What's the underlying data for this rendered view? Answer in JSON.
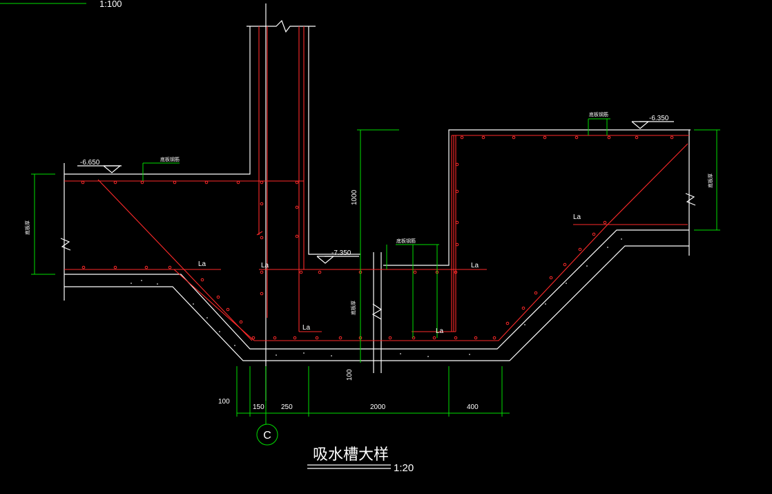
{
  "header_scale": "1:100",
  "title": "吸水槽大样",
  "title_scale": "1:20",
  "axis_label": "C",
  "elevations": {
    "left": "-6.650",
    "right": "-6.350",
    "middle": "-7.350"
  },
  "rebar_labels": {
    "left": "底板钢筋",
    "right": "底板钢筋",
    "middle": "底板钢筋"
  },
  "thickness_labels": {
    "left": "底板厚",
    "right": "底板厚",
    "middle": "底板厚"
  },
  "anchor_label": "La",
  "dimensions": {
    "bottom": [
      "100",
      "150",
      "250",
      "2000",
      "400"
    ],
    "vertical_1000": "1000",
    "vertical_100": "100"
  },
  "colors": {
    "background": "#000000",
    "outline": "#ffffff",
    "rebar": "#ff2a2a",
    "dimension": "#00e000",
    "axis": "#00e000"
  }
}
